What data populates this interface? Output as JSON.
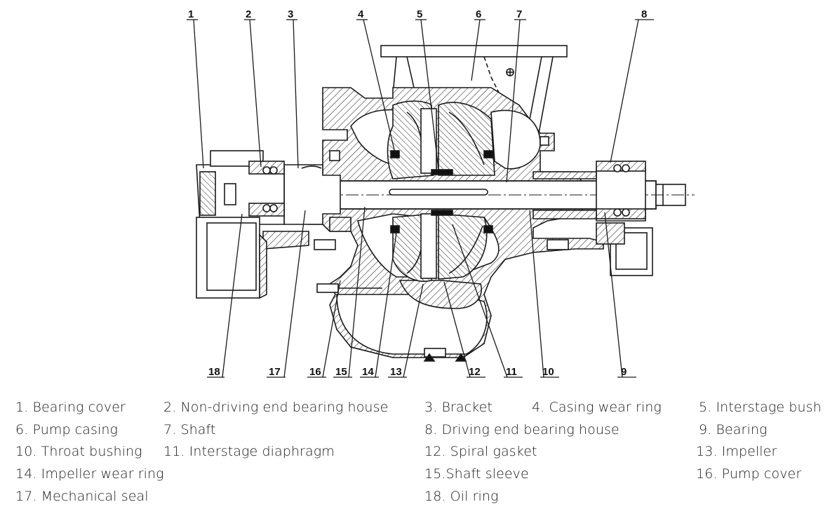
{
  "callouts": [
    "1",
    "2",
    "3",
    "4",
    "5",
    "6",
    "7",
    "8",
    "9",
    "10",
    "11",
    "12",
    "13",
    "14",
    "15",
    "16",
    "17",
    "18"
  ],
  "legend": [
    "1. Bearing cover",
    "2. Non-driving end bearing house",
    "3. Bracket",
    "4. Casing wear ring",
    "5. Interstage bush",
    "6. Pump casing",
    "7. Shaft",
    "8. Driving end bearing house",
    "9. Bearing",
    "10. Throat bushing",
    "11. Interstage diaphragm",
    "12. Spiral gasket",
    "13. Impeller",
    "14. Impeller wear ring",
    "15.Shaft sleeve",
    "16. Pump cover",
    "17. Mechanical seal",
    "18. Oil ring"
  ]
}
